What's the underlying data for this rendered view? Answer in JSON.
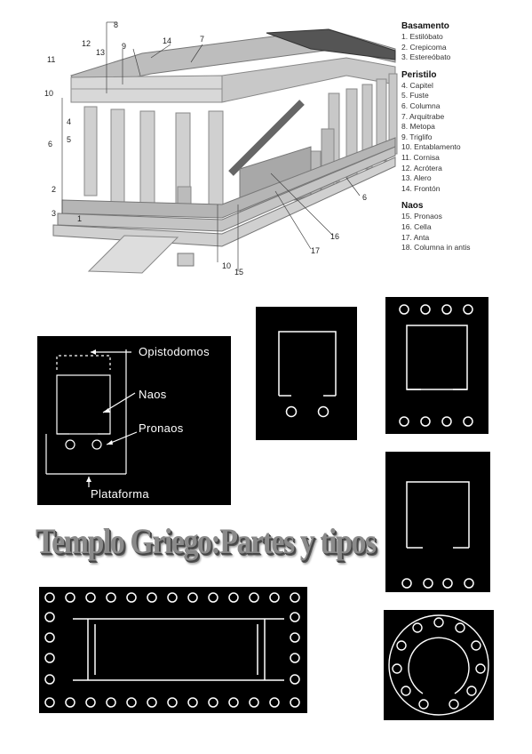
{
  "title": "Templo Griego:Partes y tipos",
  "legend": [
    {
      "heading": "Basamento",
      "items": [
        "1. Estilóbato",
        "2. Crepicoma",
        "3. Estereóbato"
      ]
    },
    {
      "heading": "Peristilo",
      "items": [
        "4. Capitel",
        "5. Fuste",
        "6. Columna",
        "7. Arquitrabe",
        "8. Metopa",
        "9. Triglifo",
        "10. Entablamento",
        "11. Cornisa",
        "12. Acrótera",
        "13. Alero",
        "14. Frontón"
      ]
    },
    {
      "heading": "Naos",
      "items": [
        "15. Pronaos",
        "16. Cella",
        "17. Anta",
        "18. Columna in antis"
      ]
    }
  ],
  "temple_callouts": [
    "1",
    "2",
    "3",
    "4",
    "5",
    "6",
    "6",
    "7",
    "8",
    "9",
    "10",
    "10",
    "11",
    "12",
    "13",
    "14",
    "15",
    "16",
    "17"
  ],
  "plan_labels": {
    "opistodomos": "Opistodomos",
    "naos": "Naos",
    "pronaos": "Pronaos",
    "plataforma": "Plataforma"
  },
  "colors": {
    "panel": "#000000",
    "lines": "#ffffff",
    "title": "#8a8a8a"
  }
}
